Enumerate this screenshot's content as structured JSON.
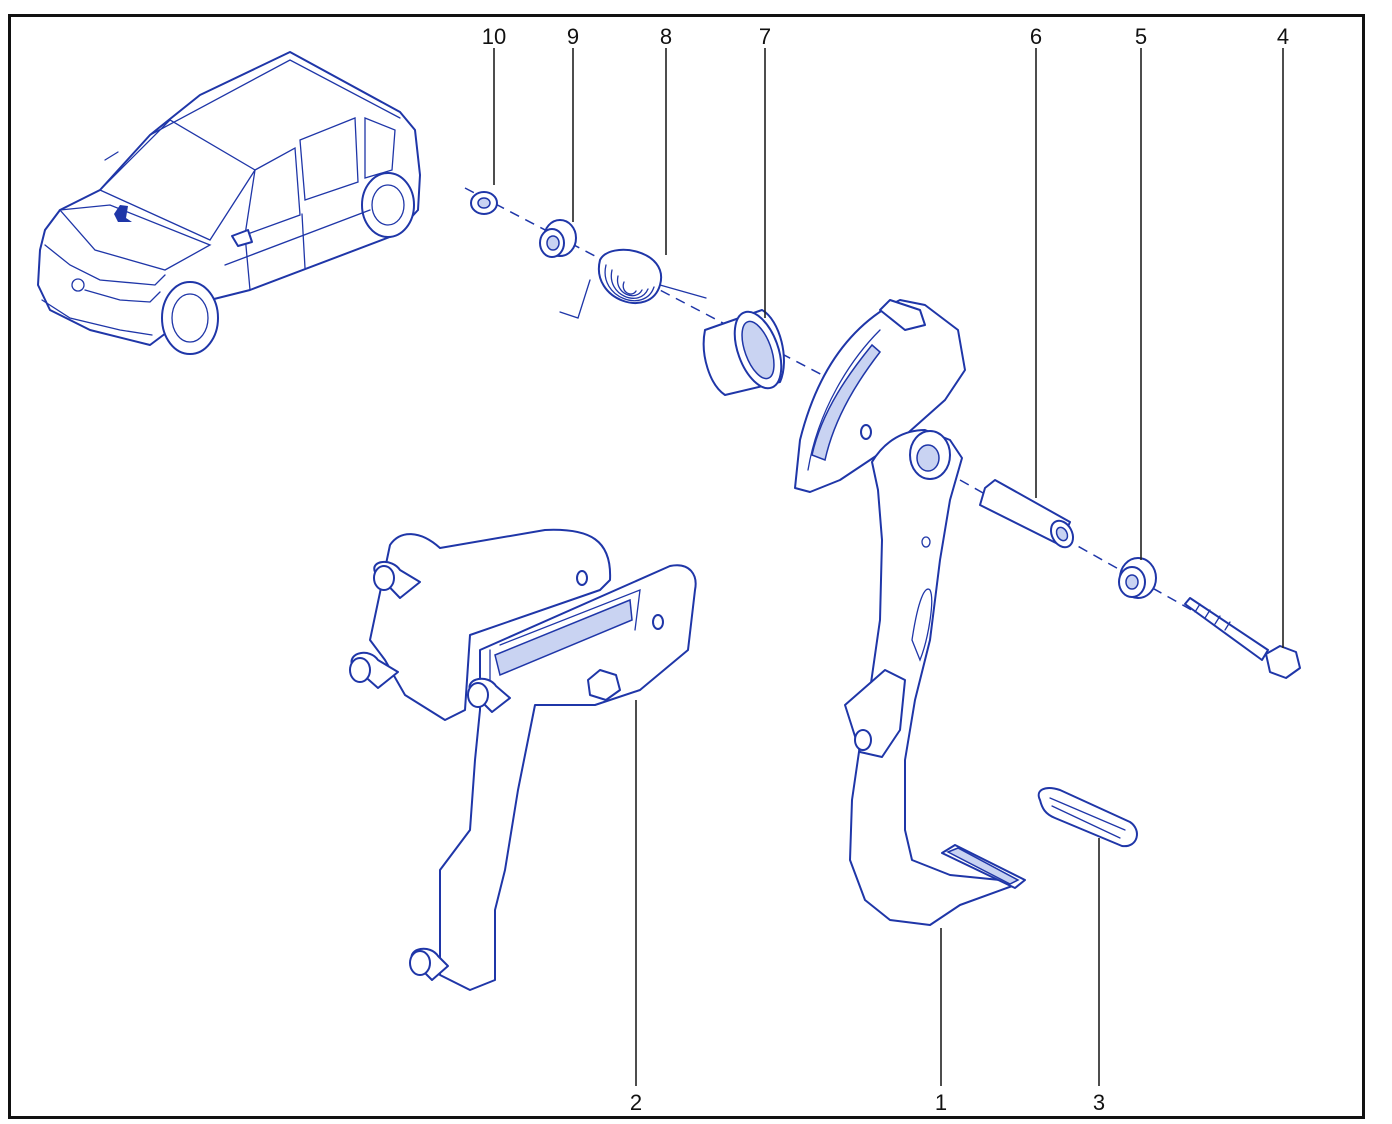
{
  "colors": {
    "line": "#1f36a8",
    "shade": "#c9d3f2",
    "frame": "#111111",
    "callout_text": "#111111"
  },
  "callouts": {
    "part_1": "1",
    "part_2": "2",
    "part_3": "3",
    "part_4": "4",
    "part_5": "5",
    "part_6": "6",
    "part_7": "7",
    "part_8": "8",
    "part_9": "9",
    "part_10": "10"
  },
  "icons": {
    "vehicle": "hatchback-car-locator-icon",
    "highlight": "pedal-location-arrow-icon"
  }
}
